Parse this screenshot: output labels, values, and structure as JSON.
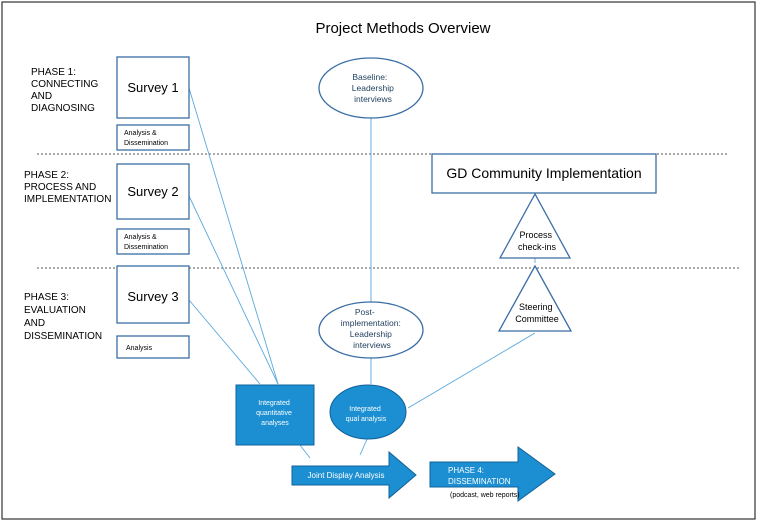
{
  "title": "Project Methods Overview",
  "phases": [
    {
      "lines": [
        "PHASE 1:",
        "CONNECTING",
        "AND",
        "DIAGNOSING"
      ]
    },
    {
      "lines": [
        "PHASE 2:",
        "PROCESS AND",
        "IMPLEMENTATION"
      ]
    },
    {
      "lines": [
        "PHASE 3:",
        "EVALUATION",
        "AND",
        "DISSEMINATION"
      ]
    }
  ],
  "surveys": [
    "Survey 1",
    "Survey 2",
    "Survey 3"
  ],
  "analysis_boxes": [
    {
      "lines": [
        "Analysis &",
        "Dissemination"
      ]
    },
    {
      "lines": [
        "Analysis &",
        "Dissemination"
      ]
    },
    {
      "lines": [
        "Analysis"
      ]
    }
  ],
  "baseline": {
    "lines": [
      "Baseline:",
      "Leadership",
      "interviews"
    ]
  },
  "post_impl": {
    "lines": [
      "Post-",
      "implementation:",
      "Leadership",
      "interviews"
    ]
  },
  "gd_box": "GD Community Implementation",
  "process_checkins": {
    "lines": [
      "Process",
      "check-ins"
    ]
  },
  "steering": {
    "lines": [
      "Steering",
      "Committee"
    ]
  },
  "integrated_quant": {
    "lines": [
      "Integrated",
      "quantitative",
      "analyses"
    ]
  },
  "integrated_qual": {
    "lines": [
      "Integrated",
      "qual analysis"
    ]
  },
  "joint_display": "Joint Display Analysis",
  "phase4": {
    "lines": [
      "PHASE 4:",
      "DISSEMINATION"
    ]
  },
  "phase4_note": "(podcast, web reports)",
  "colors": {
    "fill": "#1b8fd1",
    "outline": "#3a6ea5",
    "connector": "#5aa9dd"
  }
}
